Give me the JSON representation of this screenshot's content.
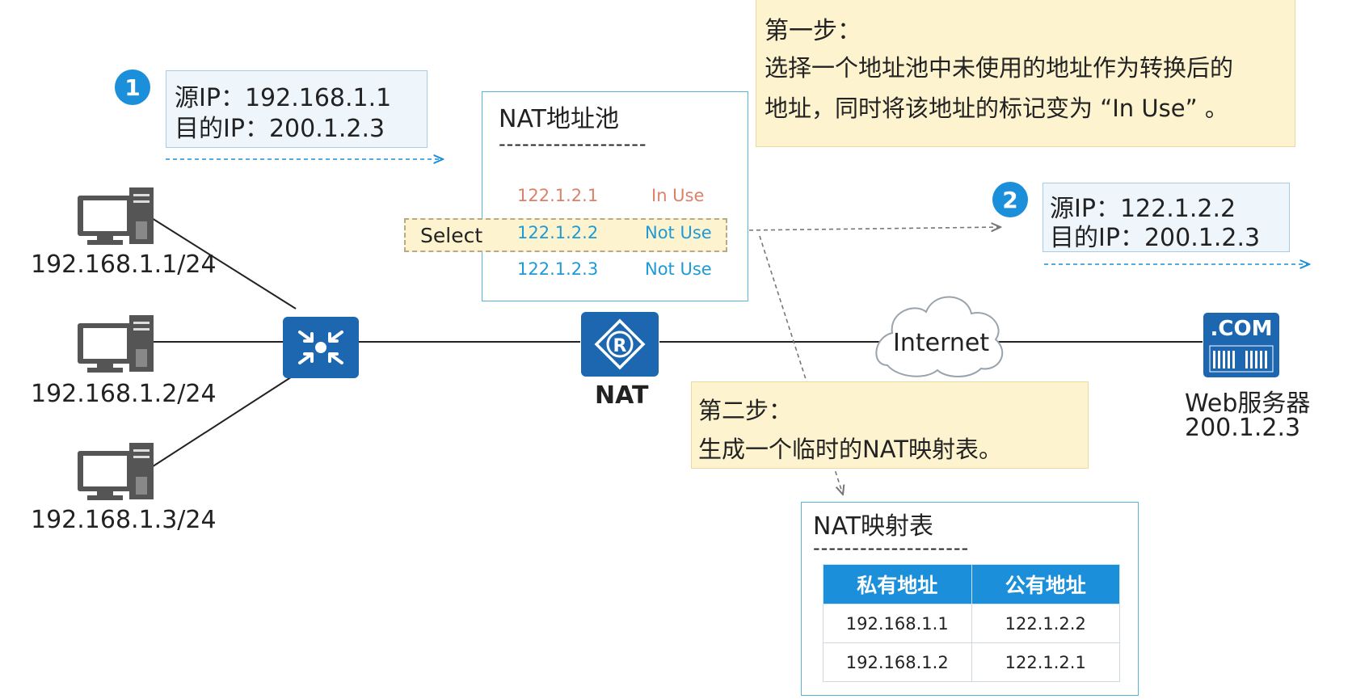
{
  "packet1": {
    "badge": "1",
    "src_line": "源IP：192.168.1.1",
    "dst_line": "目的IP：200.1.2.3"
  },
  "packet2": {
    "badge": "2",
    "src_line": "源IP：122.1.2.2",
    "dst_line": "目的IP：200.1.2.3"
  },
  "step1": {
    "title": "第一步：",
    "line1": "选择一个地址池中未使用的地址作为转换后的",
    "line2": "地址，同时将该地址的标记变为 “In Use” 。"
  },
  "step2": {
    "title": "第二步：",
    "line1": "生成一个临时的NAT映射表。"
  },
  "nat_pool": {
    "title": "NAT地址池",
    "divider": "-------------------",
    "rows": [
      {
        "ip": "122.1.2.1",
        "status": "In Use"
      },
      {
        "ip": "122.1.2.2",
        "status": "Not Use"
      },
      {
        "ip": "122.1.2.3",
        "status": "Not Use"
      }
    ],
    "select_label": "Select"
  },
  "hosts": [
    {
      "label": "192.168.1.1/24"
    },
    {
      "label": "192.168.1.2/24"
    },
    {
      "label": "192.168.1.3/24"
    }
  ],
  "nat_device": {
    "label": "NAT",
    "glyph": "R"
  },
  "cloud": {
    "label": "Internet"
  },
  "server": {
    "badge": ".COM",
    "name": "Web服务器",
    "ip": "200.1.2.3"
  },
  "nat_table": {
    "title": "NAT映射表",
    "divider": "--------------------",
    "headers": [
      "私有地址",
      "公有地址"
    ],
    "rows": [
      [
        "192.168.1.1",
        "122.1.2.2"
      ],
      [
        "192.168.1.2",
        "122.1.2.1"
      ]
    ]
  },
  "colors": {
    "accent_blue": "#1b8fd9",
    "in_use": "#d9826a",
    "not_use": "#1e9ad6",
    "step_box": "#fdf3cf",
    "info_box": "#eef5fb"
  },
  "icons": {
    "host": "desktop-computer-icon",
    "switch": "switch-icon",
    "router": "router-icon",
    "cloud": "cloud-icon",
    "server": "web-server-icon"
  }
}
